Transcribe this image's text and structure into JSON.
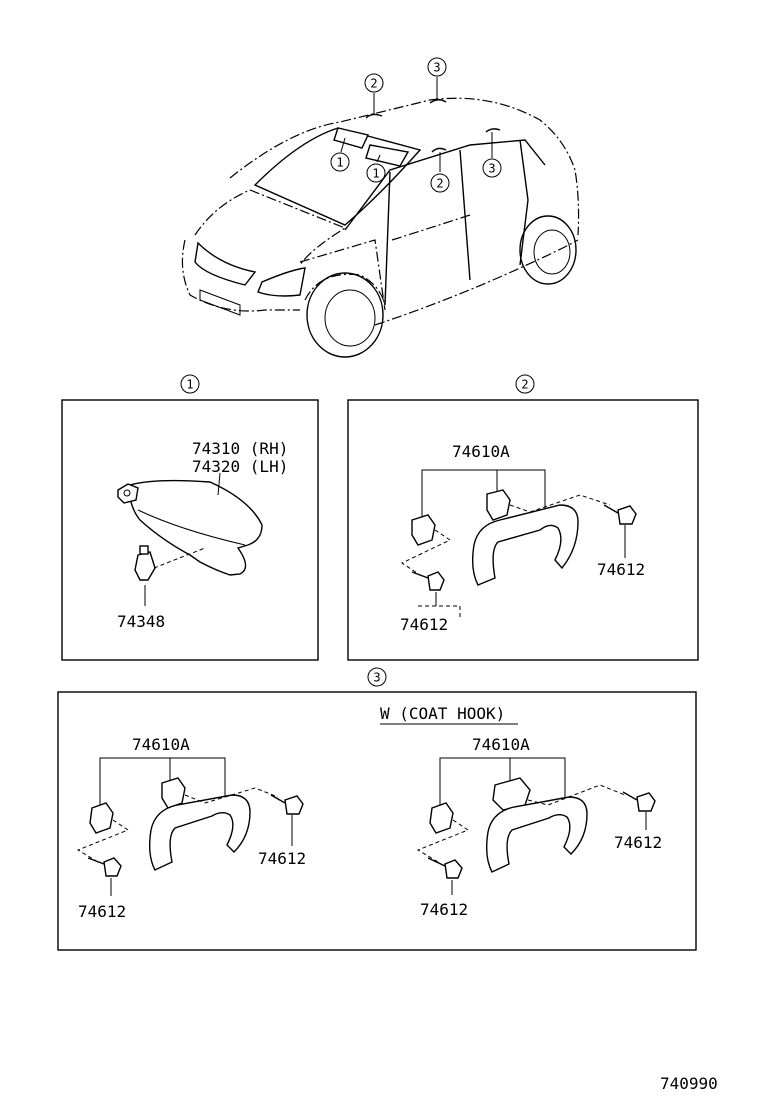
{
  "callouts": {
    "one": "1",
    "two": "2",
    "three": "3"
  },
  "panel1": {
    "visor_rh": "74310 (RH)",
    "visor_lh": "74320 (LH)",
    "holder": "74348"
  },
  "panel2": {
    "grip_assy": "74610A",
    "cover_right": "74612",
    "cover_left": "74612"
  },
  "panel3": {
    "left": {
      "grip_assy": "74610A",
      "cover_right": "74612",
      "cover_left": "74612"
    },
    "right": {
      "variant_label": "W (COAT  HOOK)",
      "grip_assy": "74610A",
      "cover_right": "74612",
      "cover_left": "74612"
    }
  },
  "footer": {
    "illustration_code": "740990"
  }
}
